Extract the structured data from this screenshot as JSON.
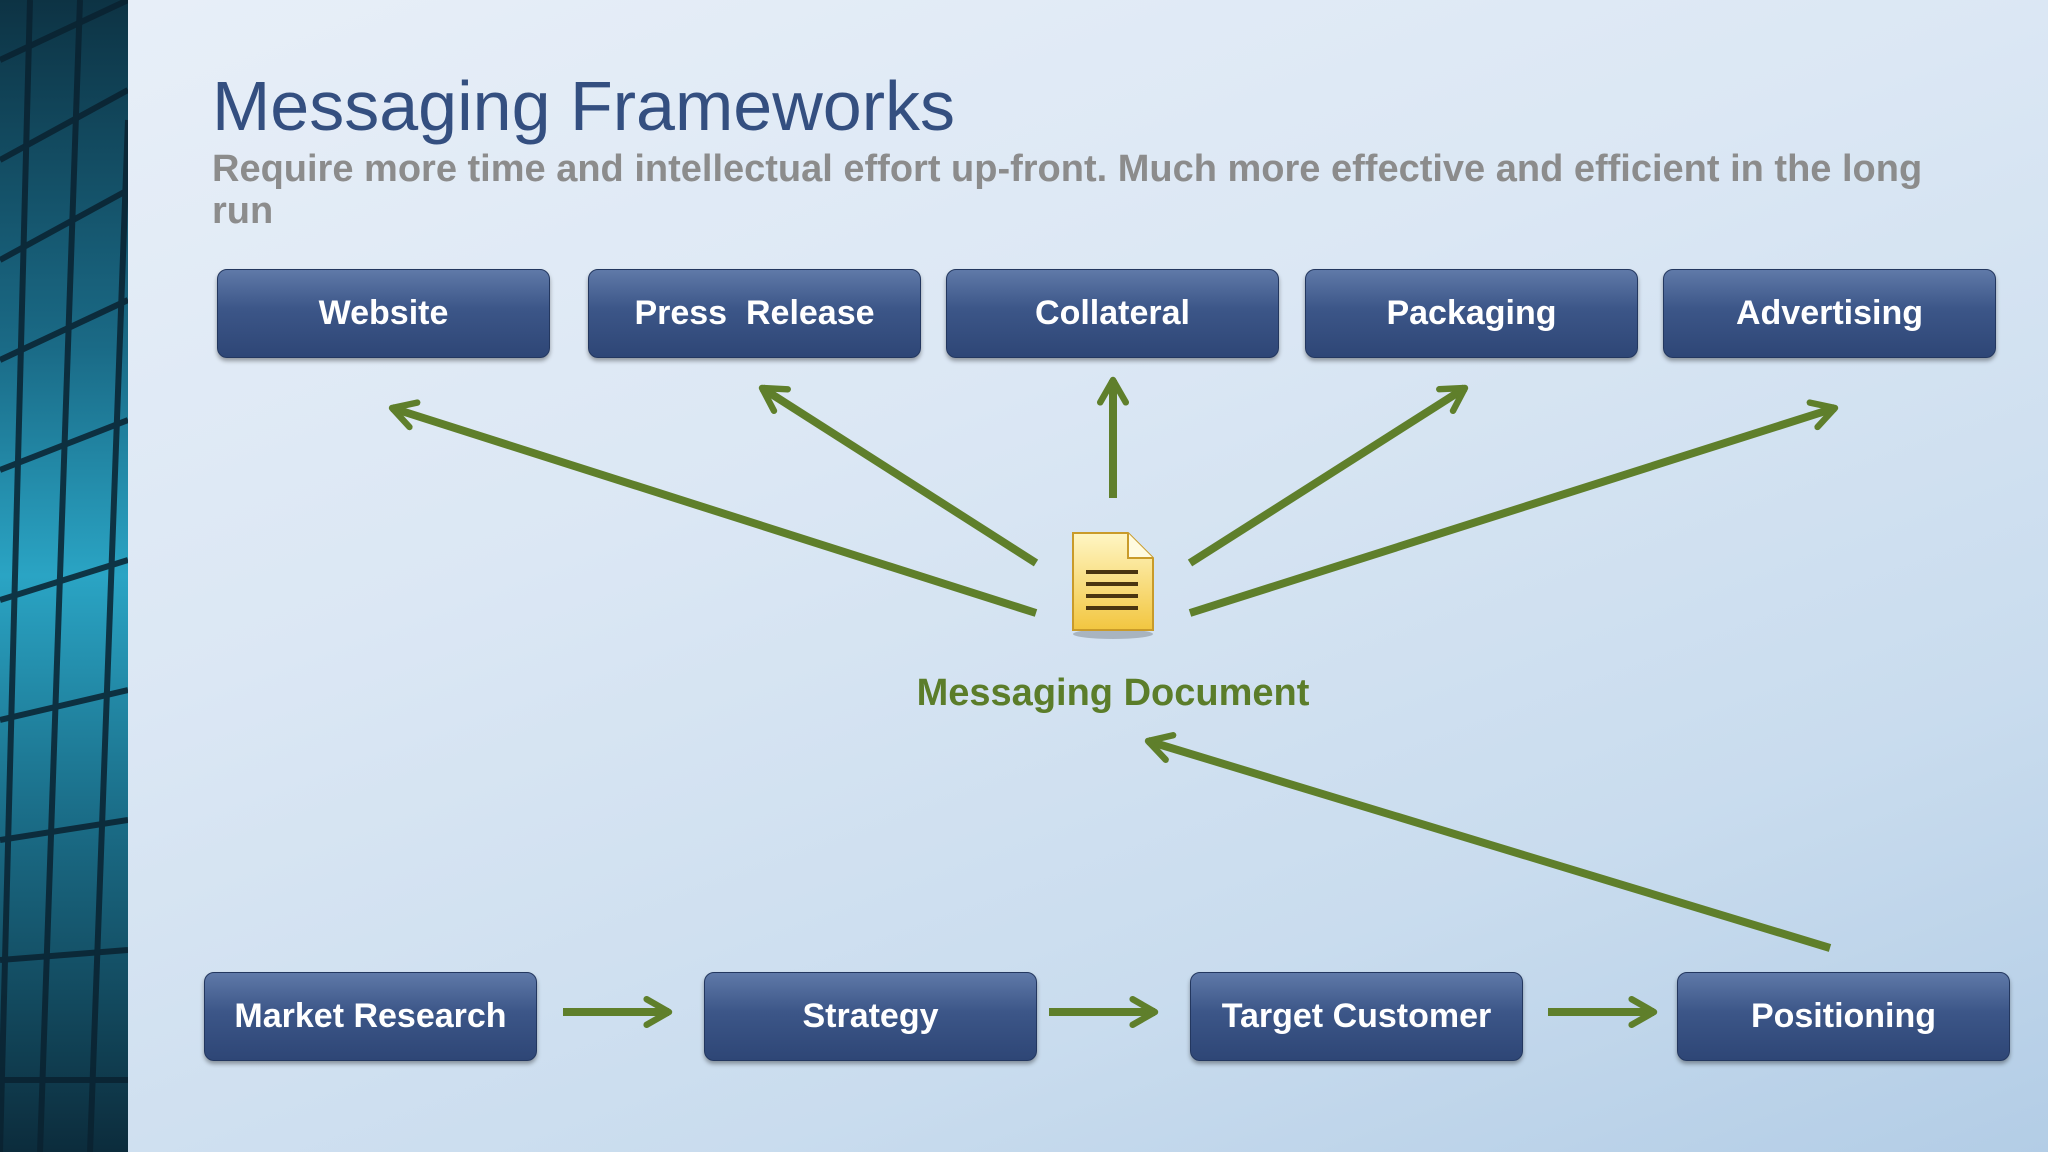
{
  "title": "Messaging Frameworks",
  "subtitle": "Require more time and intellectual effort up-front. Much more effective and efficient in the long run",
  "outputs": [
    "Website",
    "Press  Release",
    "Collateral",
    "Packaging",
    "Advertising"
  ],
  "center": {
    "label": "Messaging Document",
    "icon": "document-icon"
  },
  "inputs": [
    "Market Research",
    "Strategy",
    "Target Customer",
    "Positioning"
  ],
  "colors": {
    "box": "#3c5688",
    "arrow": "#5f7f2b",
    "title": "#344f80",
    "subtitle": "#8c8c8c",
    "label": "#5b7d2a"
  }
}
